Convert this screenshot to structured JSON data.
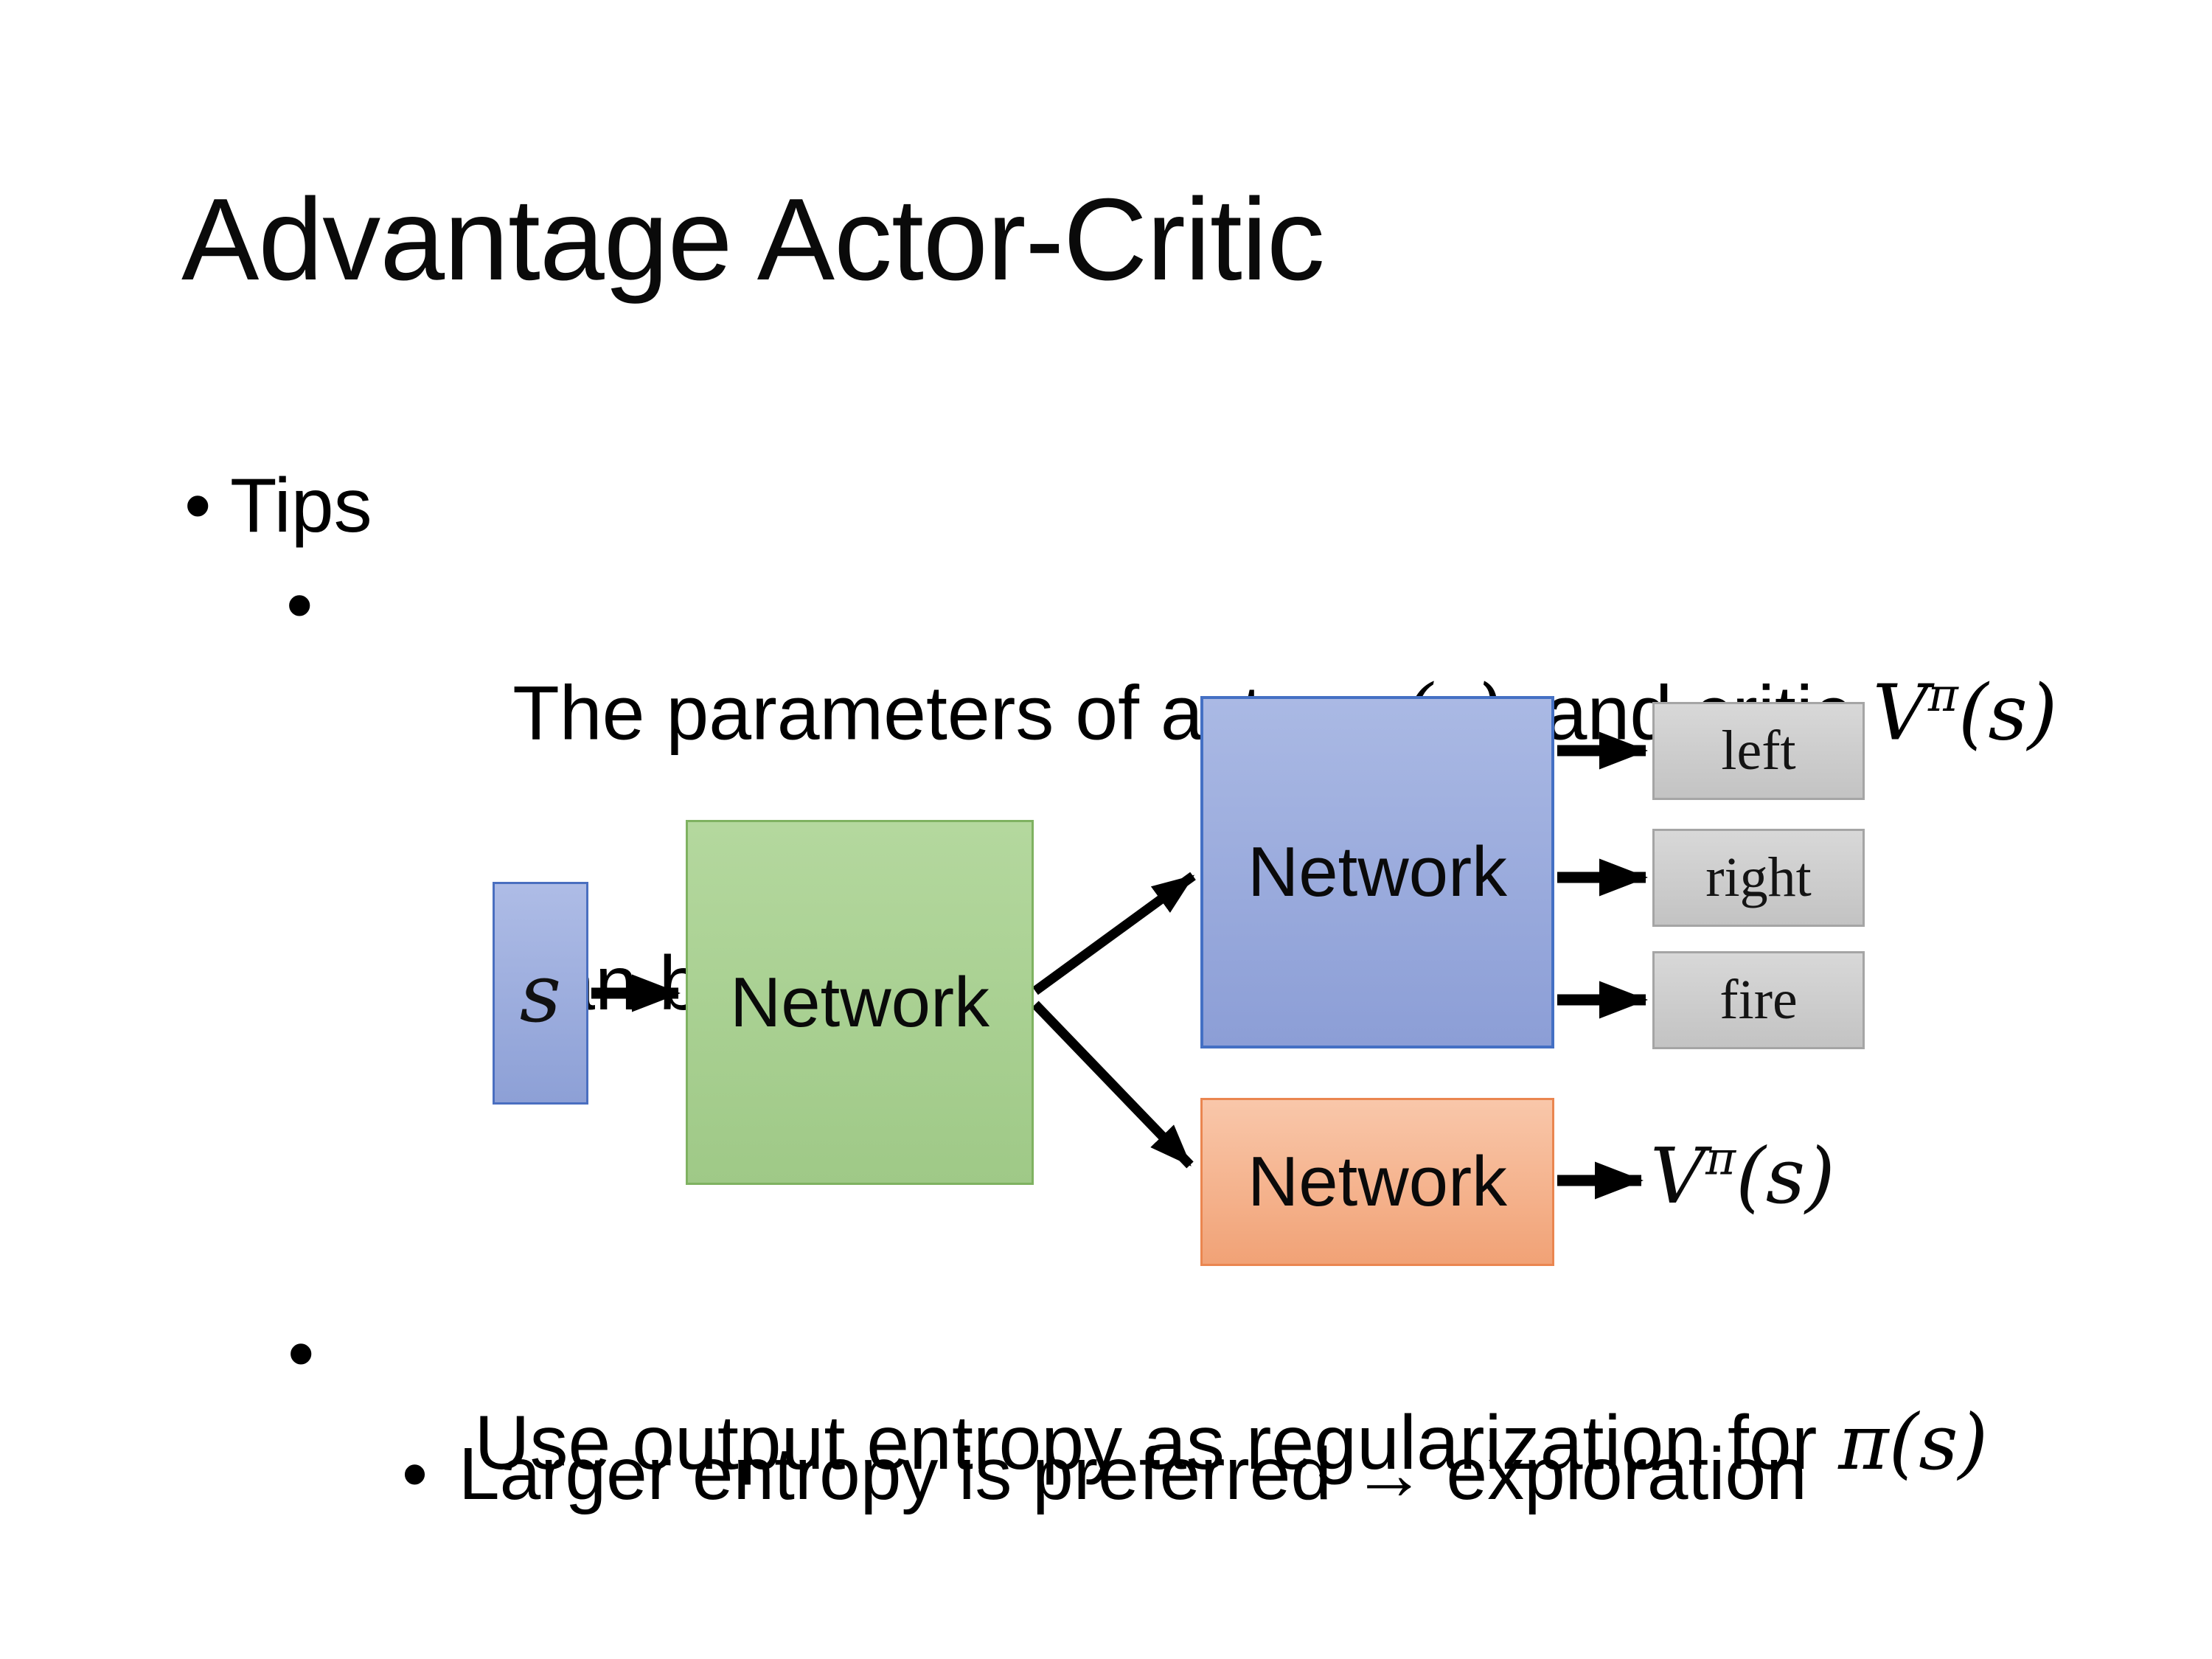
{
  "ui": {
    "bullet_char": "•"
  },
  "title": "Advantage Actor-Critic",
  "bullets": {
    "tips": "Tips",
    "param_line1_pre": "The parameters of actor ",
    "param_math_actor": "π(s)",
    "param_line1_mid": "  and critic ",
    "param_math_value_base": "V",
    "param_math_value_sup": "π",
    "param_math_value_tail": "(s)",
    "param_line2": "can be shared",
    "entropy_pre": "Use output entropy as regularization for ",
    "entropy_math": "π(s)",
    "exploration": "Larger entropy is preferred → exploration"
  },
  "diagram": {
    "state_label": "s",
    "shared_network_label": "Network",
    "actor_network_label": "Network",
    "critic_network_label": "Network",
    "action_left": "left",
    "action_right": "right",
    "action_fire": "fire",
    "value_base": "V",
    "value_sup": "π",
    "value_tail": "(s)",
    "colors": {
      "state_fill_top": "#aebce6",
      "state_fill_bottom": "#8da0d6",
      "state_border": "#4a6fc0",
      "shared_fill_top": "#b4d89e",
      "shared_fill_bottom": "#9fc987",
      "shared_border": "#7fb261",
      "actor_fill_top": "#aab9e4",
      "actor_fill_bottom": "#8c9ed6",
      "actor_border": "#4470c4",
      "critic_fill_top": "#f9c7aa",
      "critic_fill_bottom": "#f1a276",
      "critic_border": "#ea8650",
      "action_fill_top": "#d8d8d8",
      "action_fill_bottom": "#c3c3c3",
      "action_border": "#a5a5a5",
      "arrow": "#000000"
    }
  }
}
